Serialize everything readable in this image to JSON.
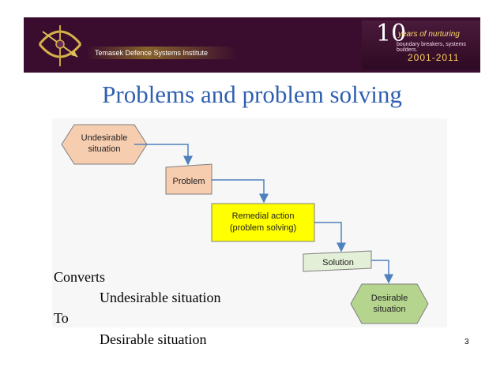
{
  "header": {
    "institute": "Temasek Defence Systems Institute",
    "anniversary": {
      "ten": "10",
      "years_text": "years of nurturing",
      "tagline": "boundary breakers, systems builders.",
      "year_range": "2001-2011"
    }
  },
  "title": "Problems and problem solving",
  "diagram": {
    "undesirable": "Undesirable situation",
    "problem": "Problem",
    "remedial_line1": "Remedial action",
    "remedial_line2": "(problem solving)",
    "solution": "Solution",
    "desirable": "Desirable situation"
  },
  "body": {
    "converts": "Converts",
    "from": "Undesirable situation",
    "to": "To",
    "target": "Desirable situation"
  },
  "page_number": "3",
  "colors": {
    "banner_bg": "#3a0d2e",
    "title": "#2f5fb0",
    "undesirable_fill": "#f7cdb0",
    "problem_fill": "#f7cdb0",
    "remedial_fill": "#ffff00",
    "solution_fill": "#e3efd6",
    "desirable_fill": "#b5d48e",
    "arrow": "#4f81bd"
  }
}
